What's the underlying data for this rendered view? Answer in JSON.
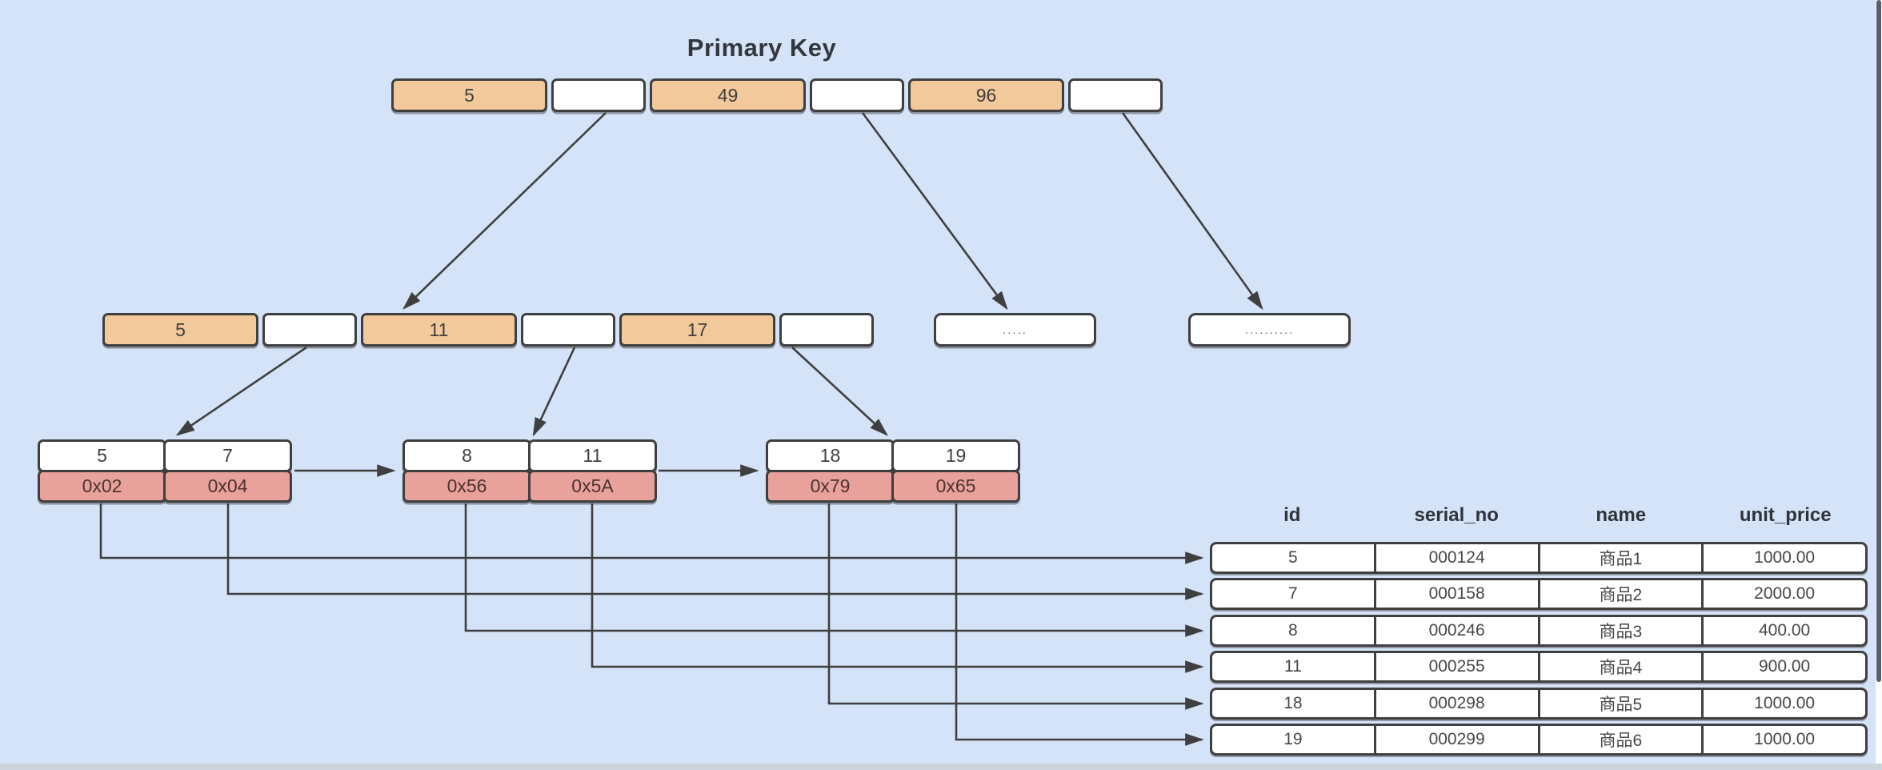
{
  "title": "Primary Key",
  "colors": {
    "background": "#d5e3f8",
    "node_orange": "#f2c99a",
    "node_pink": "#e9a19b",
    "node_white": "#ffffff",
    "stroke": "#3f3f3f",
    "scrollbar_thumb": "#57616e",
    "bottom_bar": "#ccd3db"
  },
  "tree": {
    "root": {
      "cells": [
        "5",
        "",
        "49",
        "",
        "96",
        ""
      ]
    },
    "internal": {
      "cells": [
        "5",
        "",
        "11",
        "",
        "17",
        ""
      ]
    },
    "ellipsis_nodes": [
      {
        "text": "....."
      },
      {
        "text": ".........."
      }
    ],
    "leaves": [
      {
        "keys": [
          "5",
          "7"
        ],
        "pointers": [
          "0x02",
          "0x04"
        ]
      },
      {
        "keys": [
          "8",
          "11"
        ],
        "pointers": [
          "0x56",
          "0x5A"
        ]
      },
      {
        "keys": [
          "18",
          "19"
        ],
        "pointers": [
          "0x79",
          "0x65"
        ]
      }
    ]
  },
  "table": {
    "headers": [
      "id",
      "serial_no",
      "name",
      "unit_price"
    ],
    "rows": [
      [
        "5",
        "000124",
        "商品1",
        "1000.00"
      ],
      [
        "7",
        "000158",
        "商品2",
        "2000.00"
      ],
      [
        "8",
        "000246",
        "商品3",
        "400.00"
      ],
      [
        "11",
        "000255",
        "商品4",
        "900.00"
      ],
      [
        "18",
        "000298",
        "商品5",
        "1000.00"
      ],
      [
        "19",
        "000299",
        "商品6",
        "1000.00"
      ]
    ]
  }
}
